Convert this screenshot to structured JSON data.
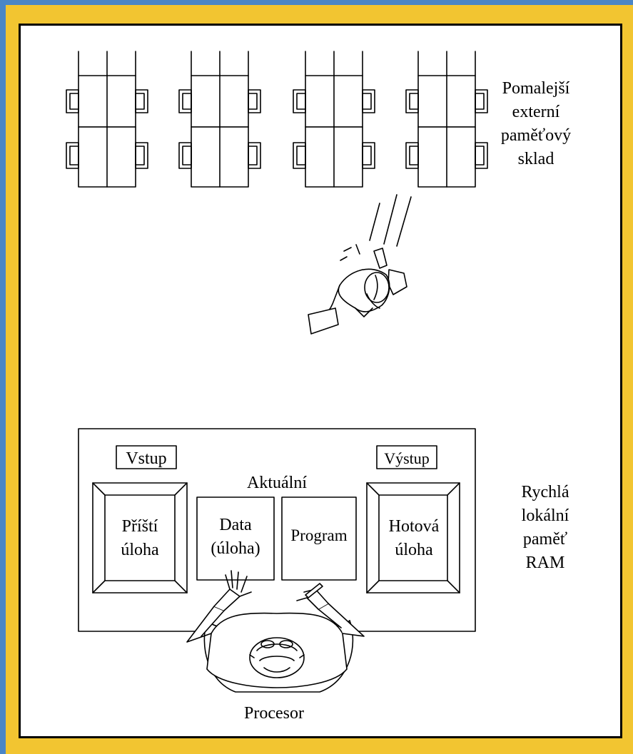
{
  "colors": {
    "outer_border": "#4a86c7",
    "inner_border": "#f2c531",
    "panel": "#ffffff",
    "ink": "#000000"
  },
  "storage": {
    "label_lines": [
      "Pomalejší",
      "externí",
      "paměťový",
      "sklad"
    ]
  },
  "ram": {
    "input_label": "Vstup",
    "output_label": "Výstup",
    "current_label": "Aktuální",
    "next_task_lines": [
      "Příští",
      "úloha"
    ],
    "data_lines": [
      "Data",
      "(úloha)"
    ],
    "program_label": "Program",
    "done_lines": [
      "Hotová",
      "úloha"
    ],
    "ram_label_lines": [
      "Rychlá",
      "lokální",
      "paměť",
      "RAM"
    ]
  },
  "processor_label": "Procesor",
  "icons": [
    "filing-cabinet-icon",
    "walking-person-icon",
    "seated-person-icon",
    "pen-icon",
    "paper-sheet-icon"
  ]
}
